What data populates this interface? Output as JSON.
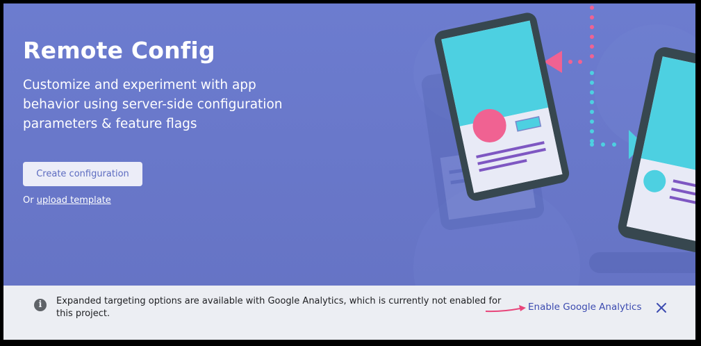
{
  "hero": {
    "title": "Remote Config",
    "subtitle": "Customize and experiment with app behavior using server-side configuration parameters & feature flags",
    "create_button": "Create configuration",
    "or_text": "Or ",
    "upload_link": "upload template"
  },
  "banner": {
    "icon": "info-icon",
    "message": "Expanded targeting options are available with Google Analytics, which is currently not enabled for this project.",
    "enable_link": "Enable Google Analytics",
    "close_icon": "close-icon"
  },
  "colors": {
    "hero_background": "#6877c9",
    "banner_background": "#eceef3",
    "accent": "#3c4bb0",
    "phone_screen": "#4dd0e1",
    "pink": "#f06292"
  }
}
